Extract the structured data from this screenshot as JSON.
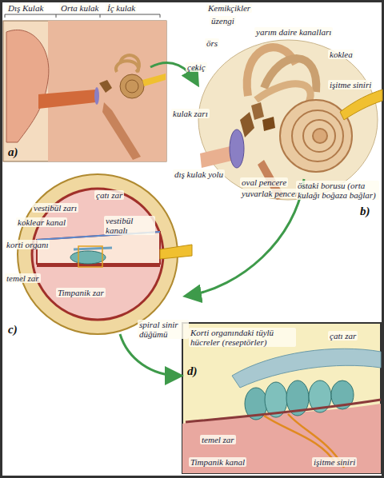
{
  "diagram": {
    "labels": [
      "Dış Kulak",
      "Orta kulak",
      "İç kulak",
      "Kemikçikler",
      "üzengi",
      "örs",
      "yarım daire kanalları",
      "koklea",
      "çekiç",
      "işitme siniri",
      "a)",
      "kulak zarı",
      "dış kulak yolu",
      "oval pencere",
      "yuvarlak pencere",
      "östaki borusu (orta kulağı boğaza bağlar)",
      "b)",
      "çatı zar",
      "vestibül zarı",
      "koklear kanal",
      "vestibül kanalı",
      "korti organı",
      "temel zar",
      "Timpanik zar",
      "c)",
      "spiral sinir düğümü",
      "d)",
      "Korti organındaki tüylü hücreler (reseptörler)",
      "çatı zar",
      "temel zar",
      "Timpanik kanal",
      "işitme siniri"
    ]
  }
}
